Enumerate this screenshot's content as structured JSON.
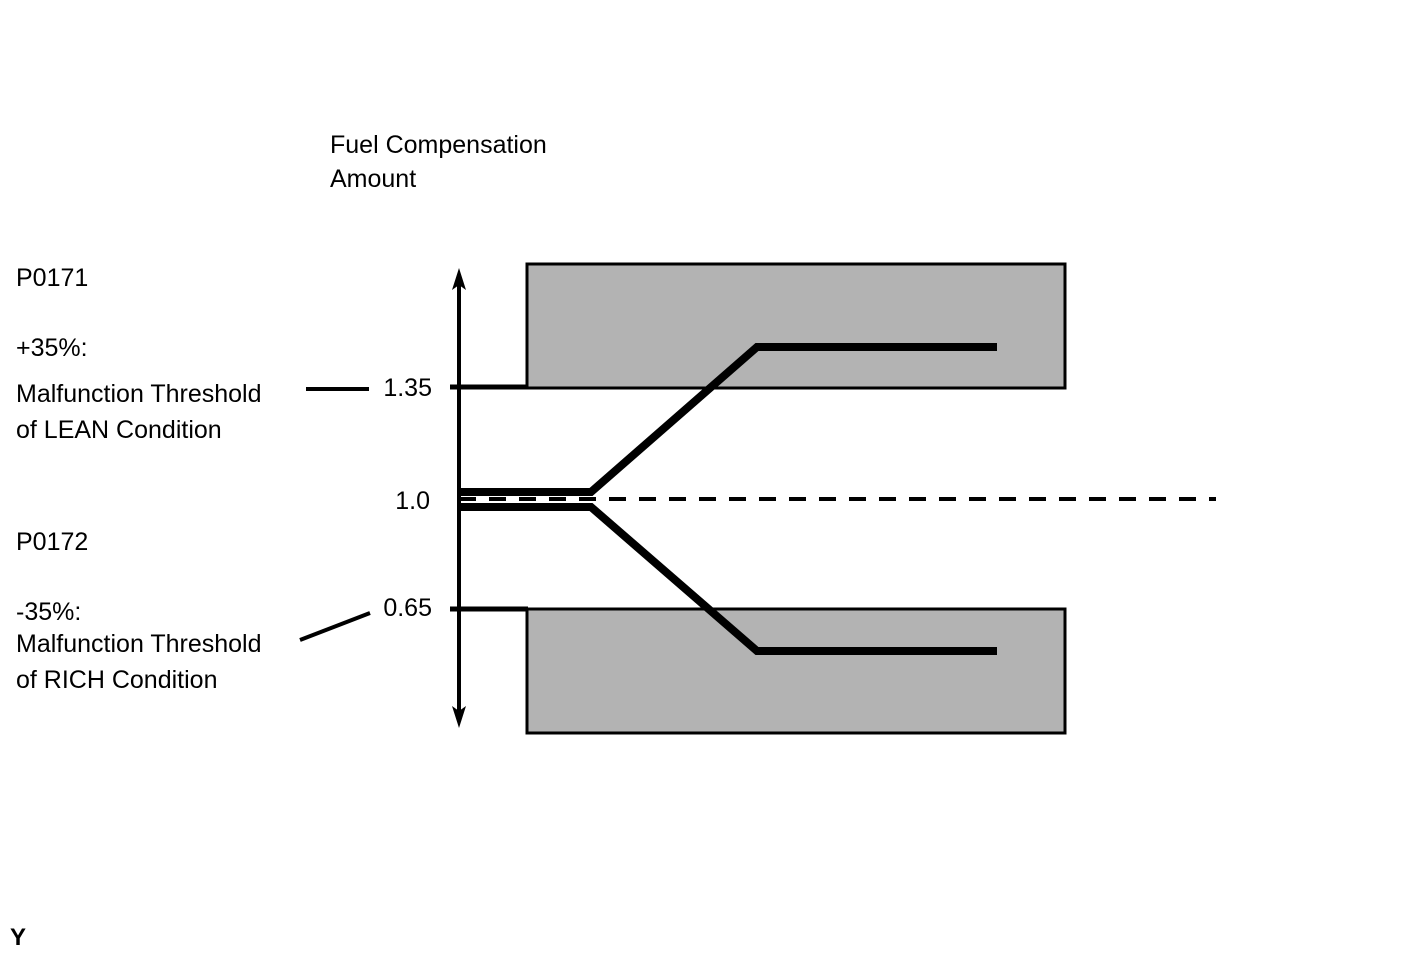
{
  "chart_data": {
    "type": "line",
    "title": "Fuel Compensation Amount",
    "xlabel": "",
    "ylabel": "Fuel Compensation Amount",
    "ylim": [
      0.3,
      1.7
    ],
    "grid": false,
    "legend": "none",
    "axis": {
      "type": "vertical-double-arrow",
      "ticks": [
        {
          "label": "1.35",
          "value": 1.35
        },
        {
          "label": "1.0",
          "value": 1.0
        },
        {
          "label": "0.65",
          "value": 0.65
        }
      ]
    },
    "reference_line": {
      "label": "1.0",
      "value": 1.0,
      "style": "dashed"
    },
    "series": [
      {
        "name": "LEAN drift (P0171)",
        "style": "solid-thick",
        "points": [
          {
            "x": 0.0,
            "y": 1.02
          },
          {
            "x": 0.33,
            "y": 1.02
          },
          {
            "x": 0.55,
            "y": 1.45
          },
          {
            "x": 0.87,
            "y": 1.45
          }
        ]
      },
      {
        "name": "RICH drift (P0172)",
        "style": "solid-thick",
        "points": [
          {
            "x": 0.0,
            "y": 0.98
          },
          {
            "x": 0.33,
            "y": 0.98
          },
          {
            "x": 0.55,
            "y": 0.55
          },
          {
            "x": 0.87,
            "y": 0.55
          }
        ]
      }
    ],
    "malfunction_regions": [
      {
        "name": "LEAN malfunction region",
        "y_from": 1.35,
        "y_to": 1.7,
        "fill": "#b3b3b3"
      },
      {
        "name": "RICH malfunction region",
        "y_from": 0.3,
        "y_to": 0.65,
        "fill": "#b3b3b3"
      }
    ],
    "threshold_lines": [
      {
        "name": "lean-threshold",
        "value": 1.35
      },
      {
        "name": "rich-threshold",
        "value": 0.65
      }
    ]
  },
  "title": {
    "line1": "Fuel Compensation",
    "line2": "Amount"
  },
  "lean": {
    "code": "P0171",
    "percent": "+35%:",
    "desc_line1": "Malfunction Threshold",
    "desc_line2": "of LEAN Condition"
  },
  "rich": {
    "code": "P0172",
    "percent": "-35%:",
    "desc_line1": "Malfunction Threshold",
    "desc_line2": "of RICH Condition"
  },
  "values": {
    "upper": "1.35",
    "middle": "1.0",
    "lower": "0.65"
  },
  "corner": {
    "mark": "Y"
  },
  "colors": {
    "region_fill": "#b3b3b3",
    "line": "#000000",
    "background": "#ffffff"
  }
}
